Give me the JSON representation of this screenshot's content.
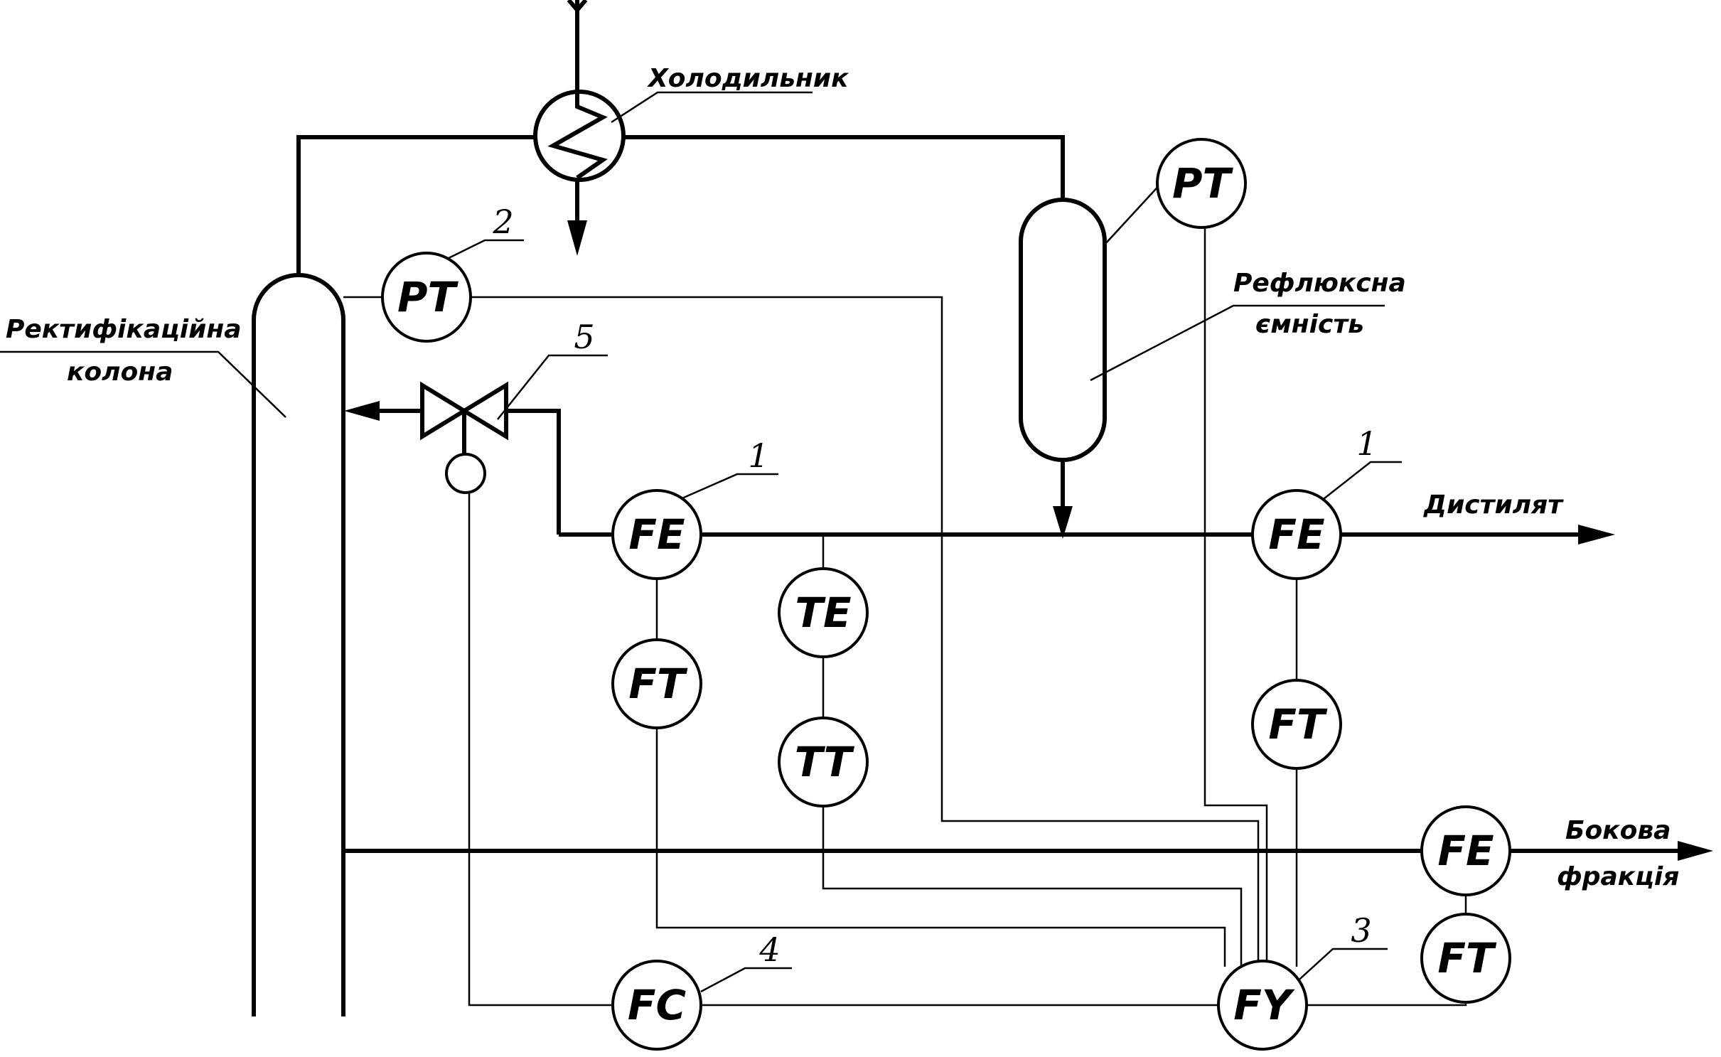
{
  "labels": {
    "cooler": "Холодильник",
    "column_line1": "Ректифікаційна",
    "column_line2": "колона",
    "reflux_line1": "Рефлюксна",
    "reflux_line2": "ємність",
    "distillate": "Дистилят",
    "side_line1": "Бокова",
    "side_line2": "фракція"
  },
  "instruments": {
    "pt_column": "PT",
    "pt_reflux": "PT",
    "fe_reflux": "FE",
    "ft_reflux": "FT",
    "te": "TE",
    "tt": "TT",
    "fe_distillate": "FE",
    "ft_distillate": "FT",
    "fe_side": "FE",
    "ft_side": "FT",
    "fy": "FY",
    "fc": "FC"
  },
  "numbers": {
    "n2": "2",
    "n5": "5",
    "n1a": "1",
    "n1b": "1",
    "n3": "3",
    "n4": "4"
  }
}
